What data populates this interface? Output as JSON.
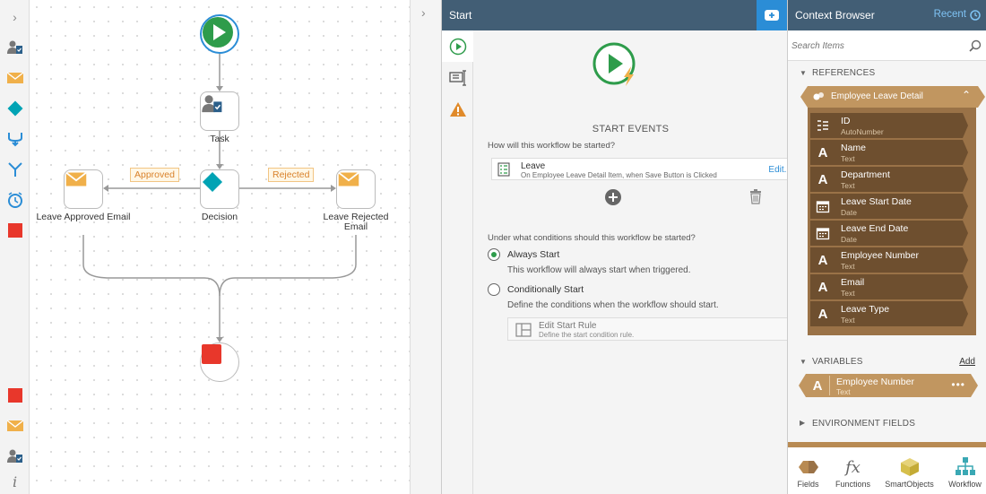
{
  "toolbox": {
    "items": [
      "expand-icon",
      "task-icon",
      "email-icon",
      "decision-icon",
      "merge-icon",
      "split-icon",
      "timer-icon",
      "end-icon",
      "end-icon",
      "email-icon",
      "task-icon",
      "info-icon"
    ]
  },
  "canvas": {
    "nodes": {
      "task": "Task",
      "decision": "Decision",
      "approved_email": "Leave Approved Email",
      "rejected_email": "Leave Rejected Email"
    },
    "paths": {
      "approved": "Approved",
      "rejected": "Rejected"
    }
  },
  "properties": {
    "title": "Start",
    "section_title": "START EVENTS",
    "how_question": "How will this workflow be started?",
    "event": {
      "name": "Leave",
      "description": "On Employee Leave Detail Item, when Save Button is Clicked",
      "edit_label": "Edit..."
    },
    "conditions_question": "Under what conditions should this workflow be started?",
    "options": [
      {
        "title": "Always Start",
        "description": "This workflow will always start when triggered.",
        "selected": true
      },
      {
        "title": "Conditionally Start",
        "description": "Define the conditions when the workflow should start.",
        "selected": false
      }
    ],
    "rule": {
      "title": "Edit Start Rule",
      "description": "Define the start condition rule."
    }
  },
  "context": {
    "title": "Context Browser",
    "recent_label": "Recent",
    "search_placeholder": "Search Items",
    "references_title": "REFERENCES",
    "reference_name": "Employee Leave Detail",
    "fields": [
      {
        "name": "ID",
        "type": "AutoNumber",
        "icon": "autonumber-icon"
      },
      {
        "name": "Name",
        "type": "Text",
        "icon": "text-icon"
      },
      {
        "name": "Department",
        "type": "Text",
        "icon": "text-icon"
      },
      {
        "name": "Leave Start Date",
        "type": "Date",
        "icon": "date-icon"
      },
      {
        "name": "Leave End Date",
        "type": "Date",
        "icon": "date-icon"
      },
      {
        "name": "Employee Number",
        "type": "Text",
        "icon": "text-icon"
      },
      {
        "name": "Email",
        "type": "Text",
        "icon": "text-icon"
      },
      {
        "name": "Leave Type",
        "type": "Text",
        "icon": "text-icon"
      }
    ],
    "variables_title": "VARIABLES",
    "variables_add": "Add",
    "variable": {
      "name": "Employee Number",
      "type": "Text"
    },
    "env_title": "ENVIRONMENT FIELDS",
    "bottom_tabs": [
      "Fields",
      "Functions",
      "SmartObjects",
      "Workflow"
    ]
  },
  "colors": {
    "header": "#425e75",
    "accent_blue": "#2b8dd6",
    "start_green": "#2e9c4b",
    "end_red": "#e8372b",
    "email_orange": "#f0b04a",
    "decision_teal": "#00a3b4",
    "reference_brown": "#9a7247"
  }
}
